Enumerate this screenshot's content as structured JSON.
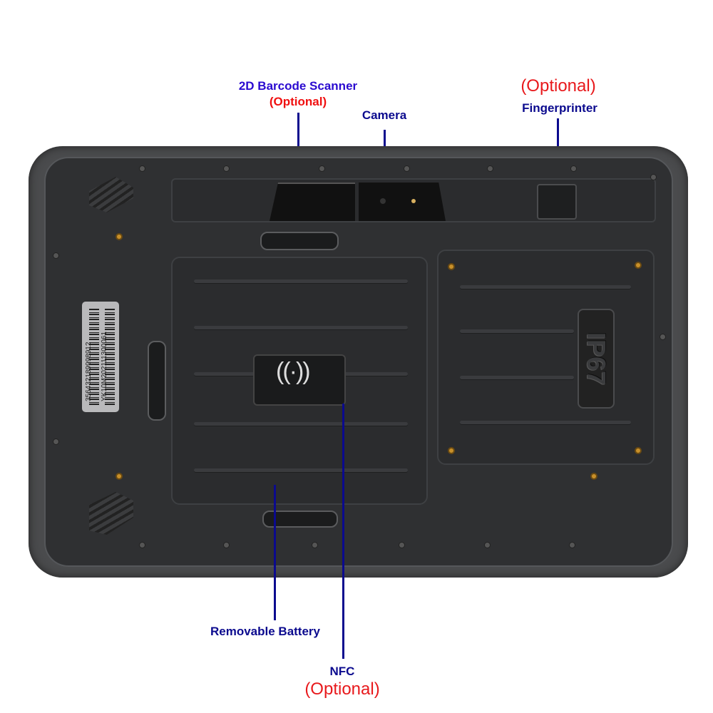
{
  "callouts": {
    "barcode_scanner": {
      "label": "2D Barcode Scanner",
      "note": "(Optional)"
    },
    "camera": {
      "label": "Camera"
    },
    "fingerprinter": {
      "label": "Fingerprinter",
      "note": "(Optional)"
    },
    "battery": {
      "label": "Removable Battery"
    },
    "nfc": {
      "label": "NFC",
      "note": "(Optional)"
    }
  },
  "device": {
    "rating_badge": "IP67",
    "sticker": {
      "line1": "356432189998912",
      "line2": "YK10M202111300061"
    }
  },
  "colors": {
    "label_blue": "#0b0a8e",
    "label_purple": "#2a0ad0",
    "optional_red": "#e8191c",
    "body": "#2f3032"
  }
}
